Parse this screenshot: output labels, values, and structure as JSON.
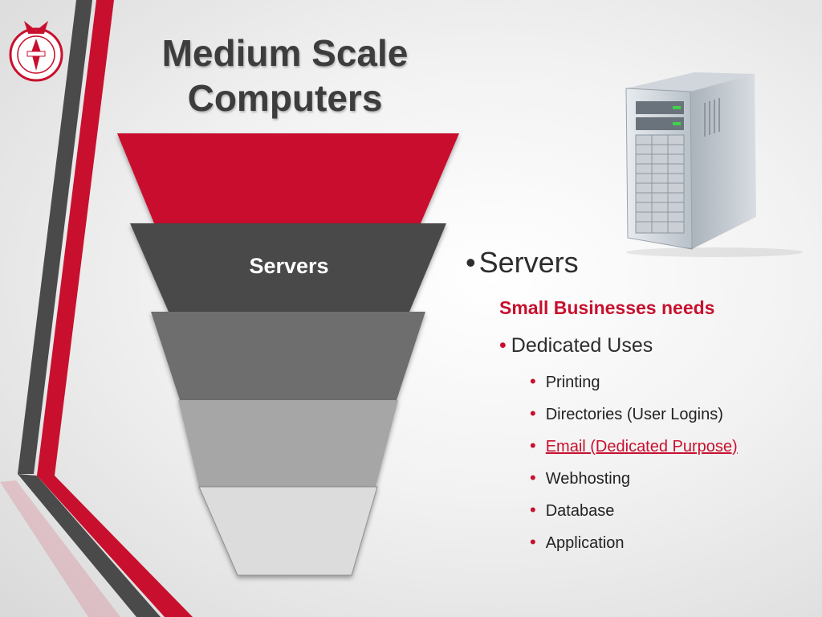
{
  "slide": {
    "title_line1": "Medium Scale",
    "title_line2": "Computers"
  },
  "funnel": {
    "label": "Servers",
    "layer_colors": [
      "#c8102e",
      "#4a4a4a",
      "#6e6e6e",
      "#a6a6a6",
      "#dcdcdc"
    ]
  },
  "content": {
    "main_bullet": "Servers",
    "subheading": "Small Businesses needs",
    "level2": "Dedicated Uses",
    "uses": [
      {
        "label": "Printing",
        "link": false
      },
      {
        "label": "Directories (User Logins)",
        "link": false
      },
      {
        "label": "Email (Dedicated Purpose)",
        "link": true
      },
      {
        "label": "Webhosting",
        "link": false
      },
      {
        "label": "Database",
        "link": false
      },
      {
        "label": "Application",
        "link": false
      }
    ]
  },
  "colors": {
    "accent": "#c8102e",
    "dark": "#4a4a4a",
    "title": "#3d3d3d"
  }
}
